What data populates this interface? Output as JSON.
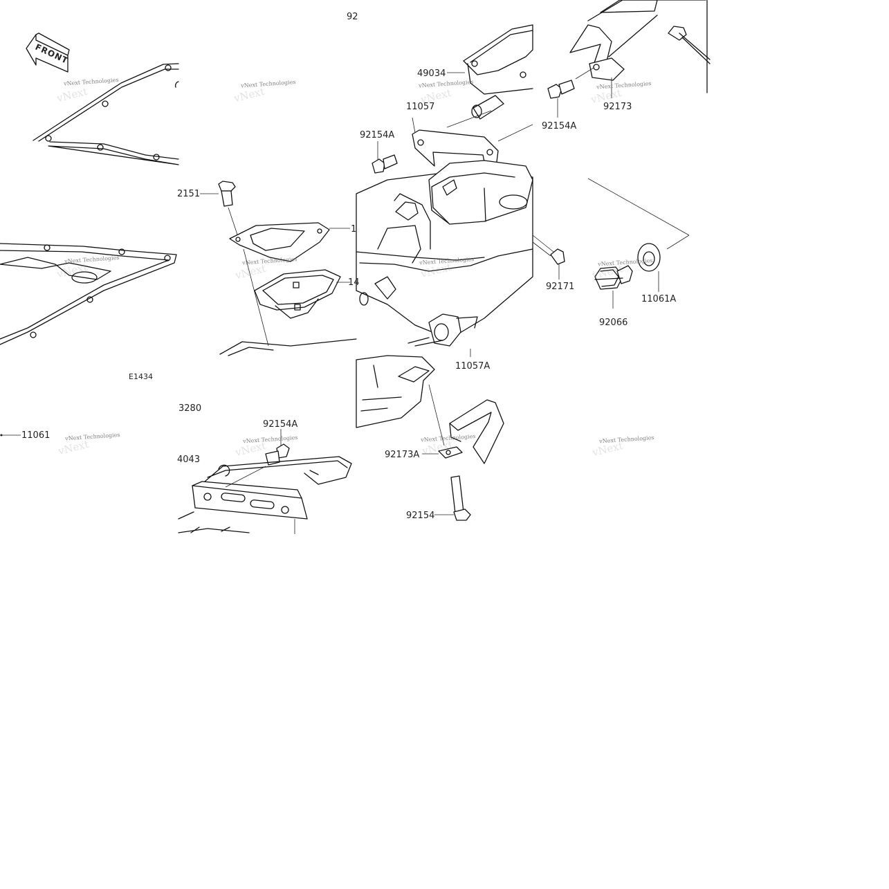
{
  "diagram": {
    "front_label": "FRONT",
    "figure_code": "E1434",
    "watermark": "vNext Technologies",
    "part_labels": {
      "p92_top": "92",
      "p49034": "49034",
      "p11057": "11057",
      "p92154A_a": "92154A",
      "p92154A_b": "92154A",
      "p92173": "92173",
      "p2151": "2151",
      "p1_right": "1",
      "p14": "14",
      "p92171": "92171",
      "p11061A": "11061A",
      "p92066": "92066",
      "p11057A": "11057A",
      "p3280": "3280",
      "p11061": "11061",
      "p92154A_c": "92154A",
      "p4043": "4043",
      "p92173A": "92173A",
      "p92154": "92154"
    }
  }
}
